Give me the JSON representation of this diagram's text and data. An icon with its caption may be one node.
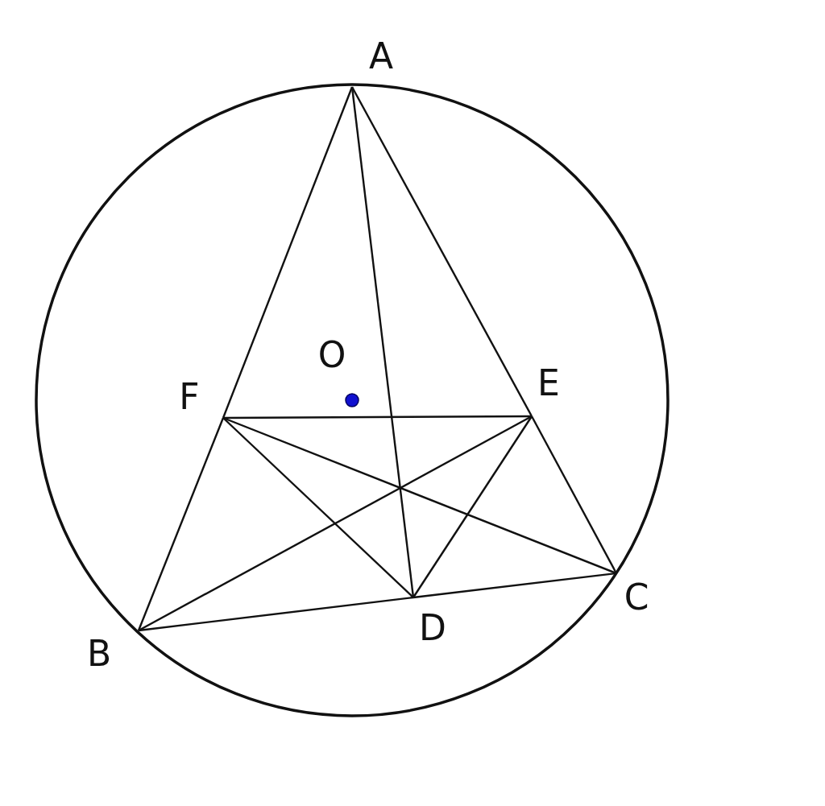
{
  "diagram": {
    "nodes": [
      {
        "text": [
          "A"
        ]
      },
      {
        "text": [
          "B"
        ]
      },
      {
        "text": [
          "C"
        ]
      },
      {
        "text": [
          "D"
        ]
      },
      {
        "text": [
          "E"
        ]
      },
      {
        "text": [
          "F"
        ]
      }
    ],
    "edges": [
      {
        "from": 0,
        "to": 5,
        "arrow": "none"
      },
      {
        "from": 5,
        "to": 1,
        "arrow": "none"
      },
      {
        "from": 0,
        "to": 4,
        "arrow": "none"
      },
      {
        "from": 4,
        "to": 2,
        "arrow": "none"
      },
      {
        "from": 1,
        "to": 3,
        "arrow": "none"
      },
      {
        "from": 3,
        "to": 2,
        "arrow": "none"
      },
      {
        "from": 0,
        "to": 3,
        "arrow": "none"
      },
      {
        "from": 5,
        "to": 4,
        "arrow": "none"
      },
      {
        "from": 5,
        "to": 3,
        "arrow": "none"
      },
      {
        "from": 5,
        "to": 2,
        "arrow": "none"
      },
      {
        "from": 4,
        "to": 3,
        "arrow": "none"
      },
      {
        "from": 4,
        "to": 1,
        "arrow": "none"
      }
    ],
    "labels": [
      "O"
    ]
  }
}
